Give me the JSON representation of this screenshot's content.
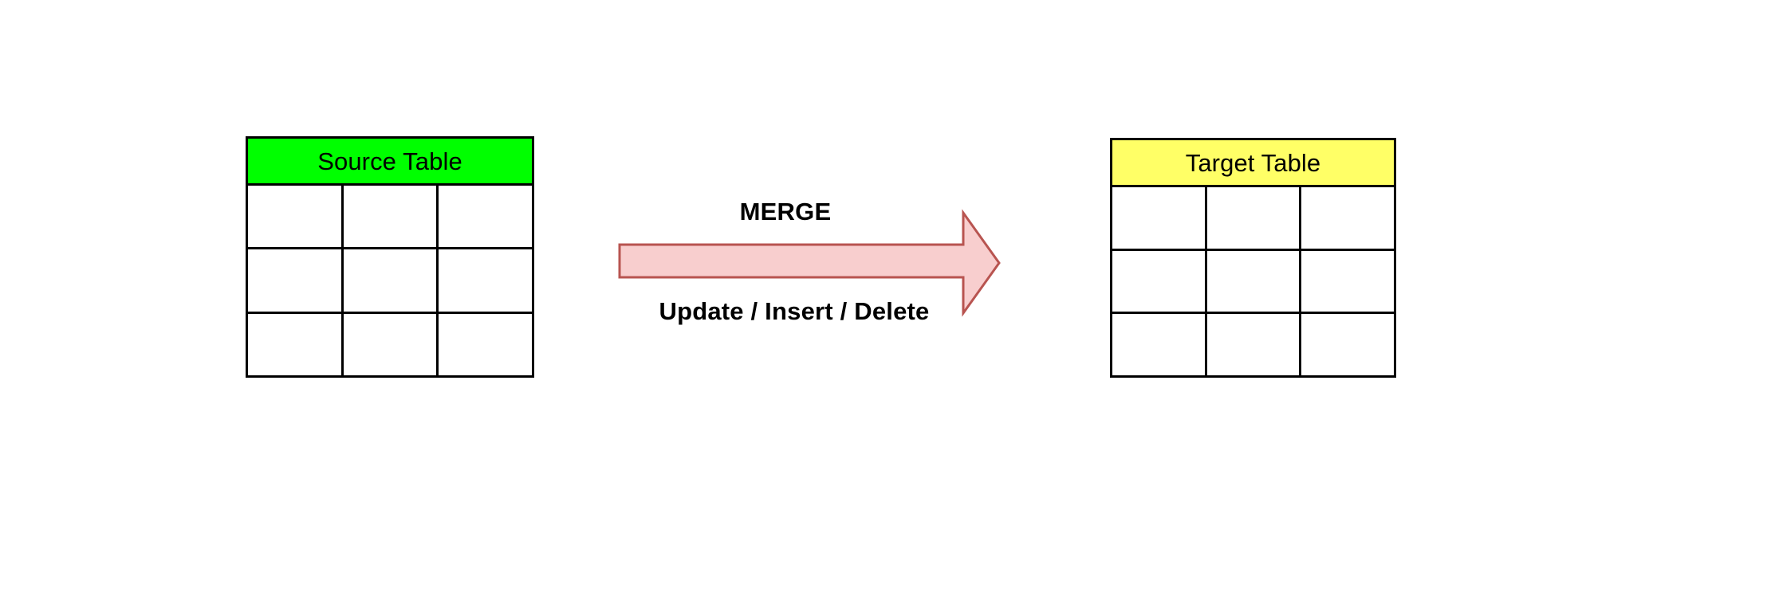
{
  "diagram": {
    "title": "MERGE operation between source and target tables",
    "background_color": "#ffffff"
  },
  "source_table": {
    "header_label": "Source Table",
    "header_color": "#00ff00",
    "border_color": "#000000",
    "cell_color": "#ffffff",
    "rows": 3,
    "columns": 3,
    "cells": [
      [
        "",
        "",
        ""
      ],
      [
        "",
        "",
        ""
      ],
      [
        "",
        "",
        ""
      ]
    ]
  },
  "target_table": {
    "header_label": "Target Table",
    "header_color": "#ffff66",
    "border_color": "#000000",
    "cell_color": "#ffffff",
    "rows": 3,
    "columns": 3,
    "cells": [
      [
        "",
        "",
        ""
      ],
      [
        "",
        "",
        ""
      ],
      [
        "",
        "",
        ""
      ]
    ]
  },
  "arrow": {
    "icon_name": "right-arrow-icon",
    "fill_color": "#f8cece",
    "stroke_color": "#b85450",
    "direction": "right",
    "label_above": "MERGE",
    "label_below": "Update / Insert / Delete"
  }
}
